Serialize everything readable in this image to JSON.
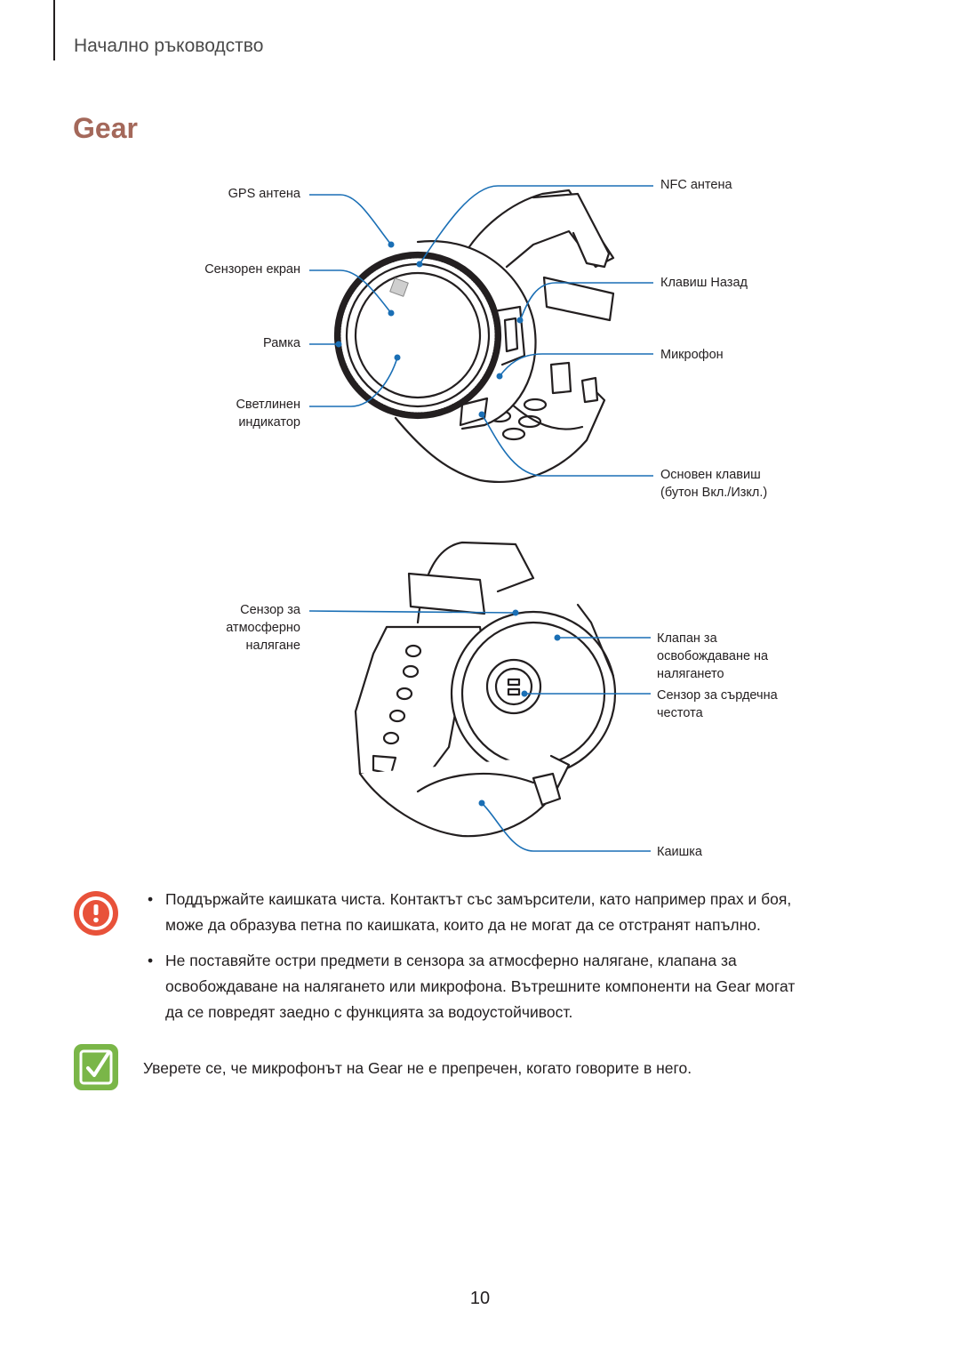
{
  "header": {
    "chapter": "Начално ръководство"
  },
  "section": {
    "title": "Gear"
  },
  "front_view": {
    "labels": {
      "gps": "GPS антена",
      "touchscreen": "Сензорен екран",
      "bezel": "Рамка",
      "light_line1": "Светлинен",
      "light_line2": "индикатор",
      "nfc": "NFC антена",
      "back_key": "Клавиш Назад",
      "microphone": "Микрофон",
      "home_line1": "Основен клавиш",
      "home_line2": "(бутон Вкл./Изкл.)"
    }
  },
  "back_view": {
    "labels": {
      "pressure_line1": "Сензор за",
      "pressure_line2": "атмосферно",
      "pressure_line3": "налягане",
      "vent_line1": "Клапан за",
      "vent_line2": "освобождаване на",
      "vent_line3": "налягането",
      "hr_line1": "Сензор за сърдечна",
      "hr_line2": "честота",
      "strap": "Каишка"
    }
  },
  "cautions": {
    "bullet": "•",
    "items": [
      {
        "line1": "Поддържайте каишката чиста. Контактът със замърсители, като например прах и боя,",
        "line2": "може да образува петна по каишката, които да не могат да се отстранят напълно."
      },
      {
        "line1": "Не поставяйте остри предмети в сензора за атмосферно налягане, клапана за",
        "line2": "освобождаване на налягането или микрофона. Вътрешните компоненти на Gear могат",
        "line3": "да се повредят заедно с функцията за водоустойчивост."
      }
    ]
  },
  "note": {
    "text": "Уверете се, че микрофонът на Gear не е препречен, когато говорите в него."
  },
  "footer": {
    "page_number": "10"
  },
  "colors": {
    "accent": "#a4685a",
    "callout": "#1a6fb5",
    "caution": "#e8523a",
    "note": "#7ab648"
  },
  "icons": {
    "caution": "exclamation-icon",
    "note": "pencil-note-icon"
  }
}
